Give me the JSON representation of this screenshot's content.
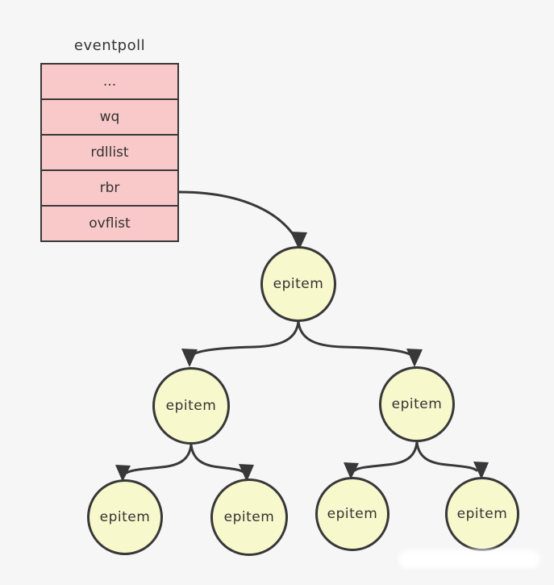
{
  "colors": {
    "background": "#f6f6f6",
    "struct_fill": "#f9c8c8",
    "node_fill": "#f8f8cd",
    "stroke": "#383838",
    "text": "#333333"
  },
  "struct": {
    "title": "eventpoll",
    "fields": [
      "...",
      "wq",
      "rdllist",
      "rbr",
      "ovflist"
    ]
  },
  "tree": {
    "nodes": [
      {
        "id": "root",
        "label": "epitem"
      },
      {
        "id": "mid-left",
        "label": "epitem"
      },
      {
        "id": "mid-right",
        "label": "epitem"
      },
      {
        "id": "bottom-1",
        "label": "epitem"
      },
      {
        "id": "bottom-2",
        "label": "epitem"
      },
      {
        "id": "bottom-3",
        "label": "epitem"
      },
      {
        "id": "bottom-4",
        "label": "epitem"
      }
    ],
    "edges": [
      "rbr-to-root",
      "root-to-mid-left",
      "root-to-mid-right",
      "mid-left-to-bottom-1",
      "mid-left-to-bottom-2",
      "mid-right-to-bottom-3",
      "mid-right-to-bottom-4"
    ]
  }
}
